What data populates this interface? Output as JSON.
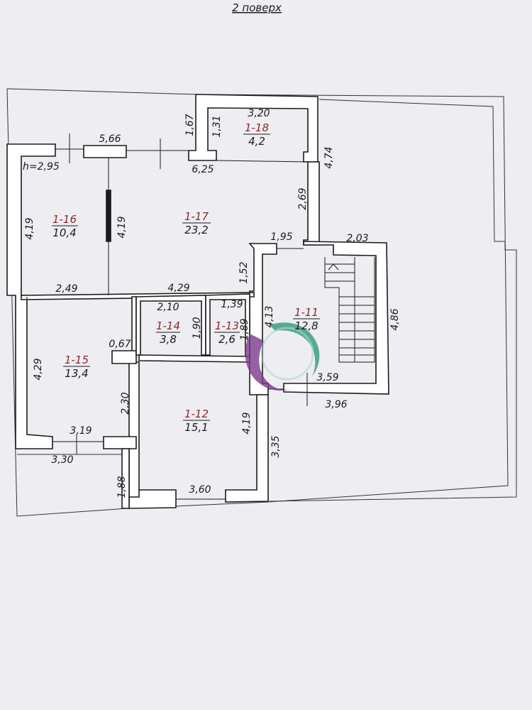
{
  "title": "2 поверх",
  "height_note": "h=2,95",
  "rooms": [
    {
      "id": "1-11",
      "area": "12,8"
    },
    {
      "id": "1-12",
      "area": "15,1"
    },
    {
      "id": "1-13",
      "area": "2,6"
    },
    {
      "id": "1-14",
      "area": "3,8"
    },
    {
      "id": "1-15",
      "area": "13,4"
    },
    {
      "id": "1-16",
      "area": "10,4"
    },
    {
      "id": "1-17",
      "area": "23,2"
    },
    {
      "id": "1-18",
      "area": "4,2"
    }
  ],
  "dims": {
    "d_1_67": "1,67",
    "d_1_31": "1,31",
    "d_3_20": "3,20",
    "d_5_66": "5,66",
    "d_4_74": "4,74",
    "d_6_25": "6,25",
    "d_2_69": "2,69",
    "d_4_19a": "4,19",
    "d_4_19b": "4,19",
    "d_1_95": "1,95",
    "d_2_03": "2,03",
    "d_1_52": "1,52",
    "d_2_49": "2,49",
    "d_4_29a": "4,29",
    "d_2_10": "2,10",
    "d_1_39": "1,39",
    "d_4_13": "4,13",
    "d_4_86": "4,86",
    "d_1_90": "1,90",
    "d_1_89": "1,89",
    "d_0_67": "0,67",
    "d_4_29b": "4,29",
    "d_2_30": "2,30",
    "d_3_59": "3,59",
    "d_3_96": "3,96",
    "d_4_19c": "4,19",
    "d_3_19": "3,19",
    "d_3_35": "3,35",
    "d_3_30": "3,30",
    "d_1_88": "1,88",
    "d_3_60": "3,60"
  },
  "colors": {
    "paper": "#f6f6f8",
    "wall": "#ffffff",
    "ink": "#1b1b1b",
    "room_id": "#8b2a2a"
  }
}
